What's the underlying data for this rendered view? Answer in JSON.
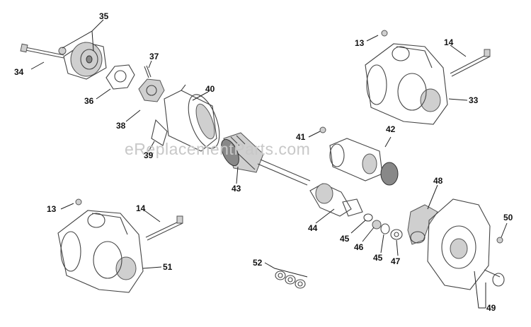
{
  "watermark": "eReplacementParts.com",
  "callouts": [
    {
      "id": "c35",
      "text": "35"
    },
    {
      "id": "c34",
      "text": "34"
    },
    {
      "id": "c36",
      "text": "36"
    },
    {
      "id": "c37",
      "text": "37"
    },
    {
      "id": "c38",
      "text": "38"
    },
    {
      "id": "c39",
      "text": "39"
    },
    {
      "id": "c40",
      "text": "40"
    },
    {
      "id": "c43",
      "text": "43"
    },
    {
      "id": "c41",
      "text": "41"
    },
    {
      "id": "c42",
      "text": "42"
    },
    {
      "id": "c13a",
      "text": "13"
    },
    {
      "id": "c14a",
      "text": "14"
    },
    {
      "id": "c33",
      "text": "33"
    },
    {
      "id": "c13b",
      "text": "13"
    },
    {
      "id": "c14b",
      "text": "14"
    },
    {
      "id": "c51",
      "text": "51"
    },
    {
      "id": "c44",
      "text": "44"
    },
    {
      "id": "c45a",
      "text": "45"
    },
    {
      "id": "c46",
      "text": "46"
    },
    {
      "id": "c45b",
      "text": "45"
    },
    {
      "id": "c47",
      "text": "47"
    },
    {
      "id": "c48",
      "text": "48"
    },
    {
      "id": "c50",
      "text": "50"
    },
    {
      "id": "c49",
      "text": "49"
    },
    {
      "id": "c52",
      "text": "52"
    }
  ]
}
